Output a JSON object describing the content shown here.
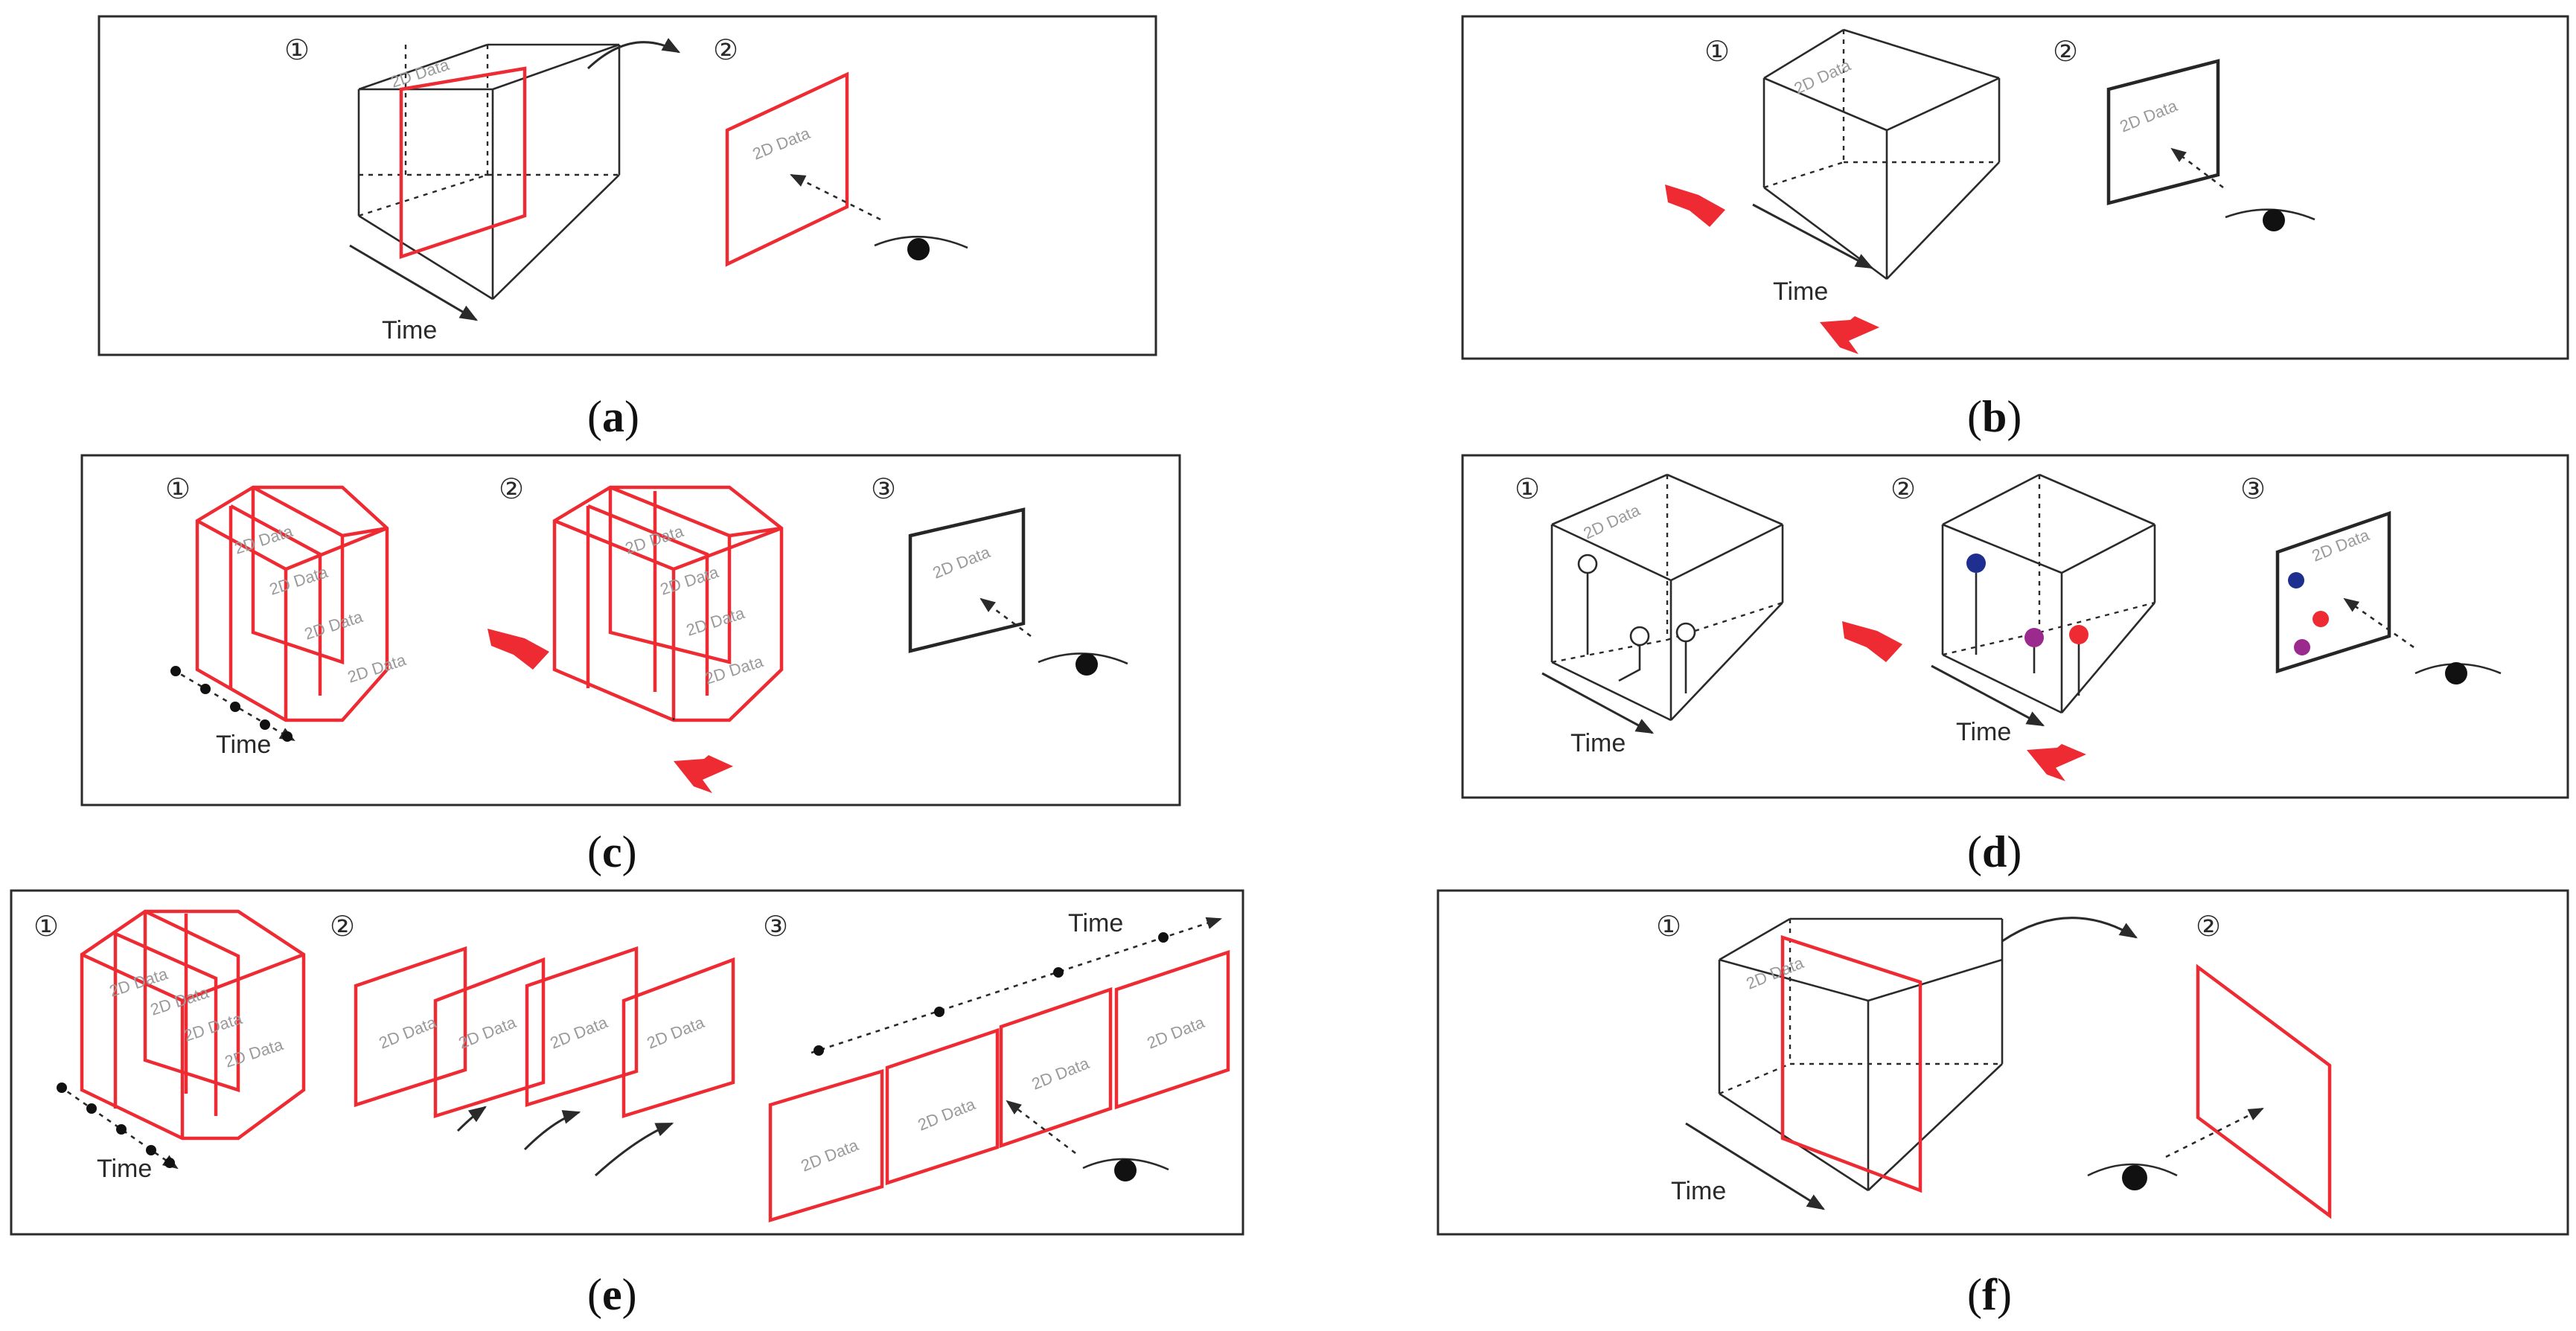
{
  "labels": {
    "data": "2D Data",
    "time": "Time",
    "step1": "①",
    "step2": "②",
    "step3": "③"
  },
  "captions": {
    "a": "a",
    "b": "b",
    "c": "c",
    "d": "d",
    "e": "e",
    "f": "f"
  },
  "colors": {
    "accent_red": "#ee2b33",
    "point_blue": "#1f2f8f",
    "point_purple": "#9b2a8e",
    "point_red": "#ee2b33",
    "line": "#2a2a2a"
  }
}
